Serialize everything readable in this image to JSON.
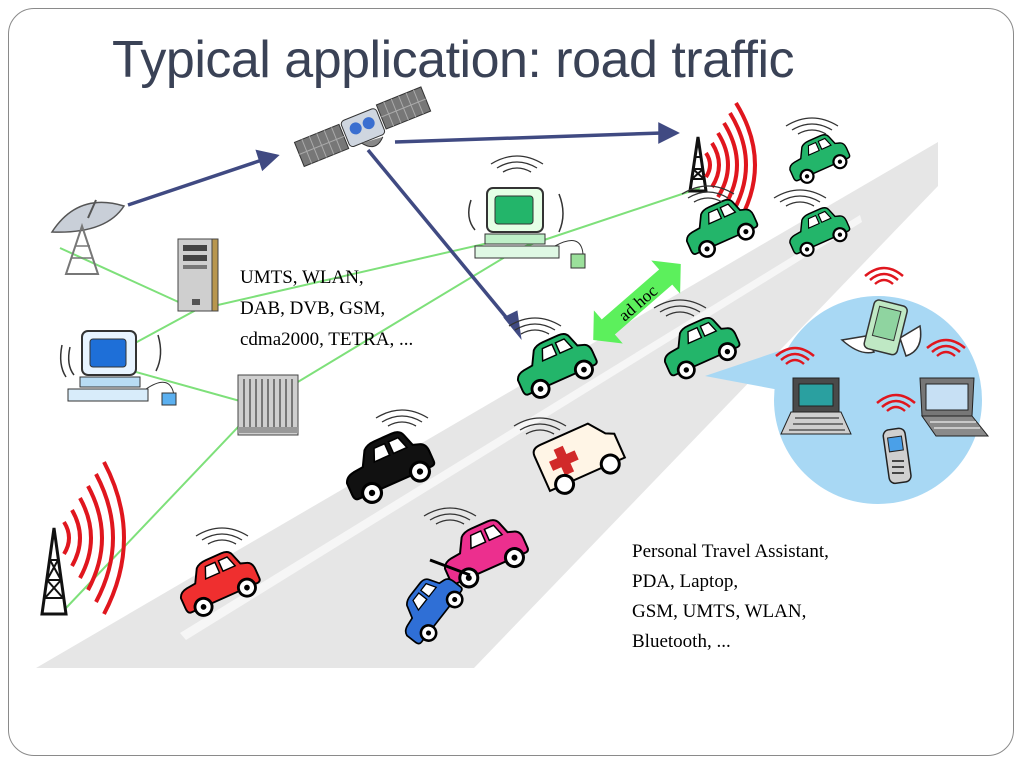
{
  "slide": {
    "title": "Typical application: road traffic"
  },
  "infrastructure_technologies": [
    "UMTS, WLAN,",
    "DAB, DVB, GSM,",
    "cdma2000, TETRA, ..."
  ],
  "ad_hoc_label": "ad hoc",
  "personal_devices_technologies": [
    "Personal Travel Assistant,",
    "PDA, Laptop,",
    "GSM, UMTS, WLAN,",
    "Bluetooth, ..."
  ],
  "colors": {
    "title": "#3a4256",
    "road": "#e6e6e6",
    "wired_link": "#7ee07a",
    "wireless_arrow": "#404a82",
    "ad_hoc_arrow": "#5cf05c",
    "radio_waves": "#e0161e",
    "device_bubble": "#a8d8f4",
    "car_green": "#23b56a",
    "car_red": "#ef2f2f",
    "car_magenta": "#ec2f8e",
    "car_blue": "#2f6fd6",
    "car_police": "#111111",
    "ambulance": "#fff5e6"
  },
  "icons": [
    "satellite-icon",
    "satellite-dish-icon",
    "server-tower-icon",
    "desktop-computer-icon",
    "rack-server-icon",
    "radio-tower-icon",
    "pda-icon",
    "laptop-icon",
    "mobile-phone-icon",
    "car-icon",
    "police-car-icon",
    "ambulance-icon",
    "tow-truck-icon"
  ]
}
